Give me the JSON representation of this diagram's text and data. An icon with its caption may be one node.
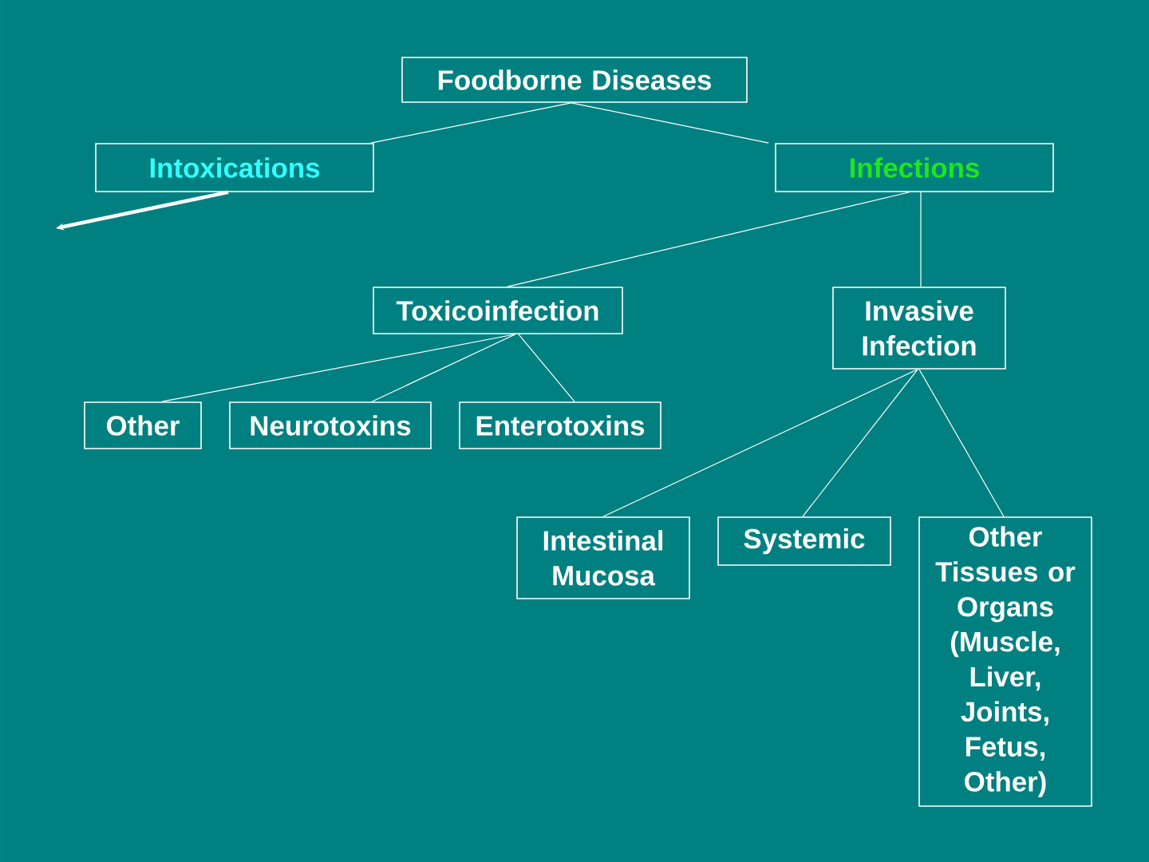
{
  "diagram": {
    "nodes": [
      {
        "text": [
          "Foodborne Diseases"
        ]
      },
      {
        "text": [
          "Intoxications"
        ]
      },
      {
        "text": [
          "Infections"
        ]
      },
      {
        "text": [
          "Toxicoinfection"
        ]
      },
      {
        "text": [
          "Invasive Infection"
        ]
      },
      {
        "text": [
          "Other"
        ]
      },
      {
        "text": [
          "Neurotoxins"
        ]
      },
      {
        "text": [
          "Enterotoxins"
        ]
      },
      {
        "text": [
          "Intestinal Mucosa"
        ]
      },
      {
        "text": [
          "Systemic"
        ]
      },
      {
        "text": [
          "Other Tissues or Organs (Muscle, Liver, Joints, Fetus, Other)"
        ]
      }
    ],
    "edges": [
      {
        "from": 0,
        "to": 1,
        "arrow": "none"
      },
      {
        "from": 0,
        "to": 2,
        "arrow": "none"
      },
      {
        "from": 1,
        "to": null,
        "arrow": "to",
        "style": "thick"
      },
      {
        "from": 2,
        "to": 3,
        "arrow": "none"
      },
      {
        "from": 2,
        "to": 4,
        "arrow": "none"
      },
      {
        "from": 3,
        "to": 5,
        "arrow": "none"
      },
      {
        "from": 3,
        "to": 6,
        "arrow": "none"
      },
      {
        "from": 3,
        "to": 7,
        "arrow": "none"
      },
      {
        "from": 4,
        "to": 8,
        "arrow": "none"
      },
      {
        "from": 4,
        "to": 9,
        "arrow": "none"
      },
      {
        "from": 4,
        "to": 10,
        "arrow": "none"
      }
    ]
  }
}
